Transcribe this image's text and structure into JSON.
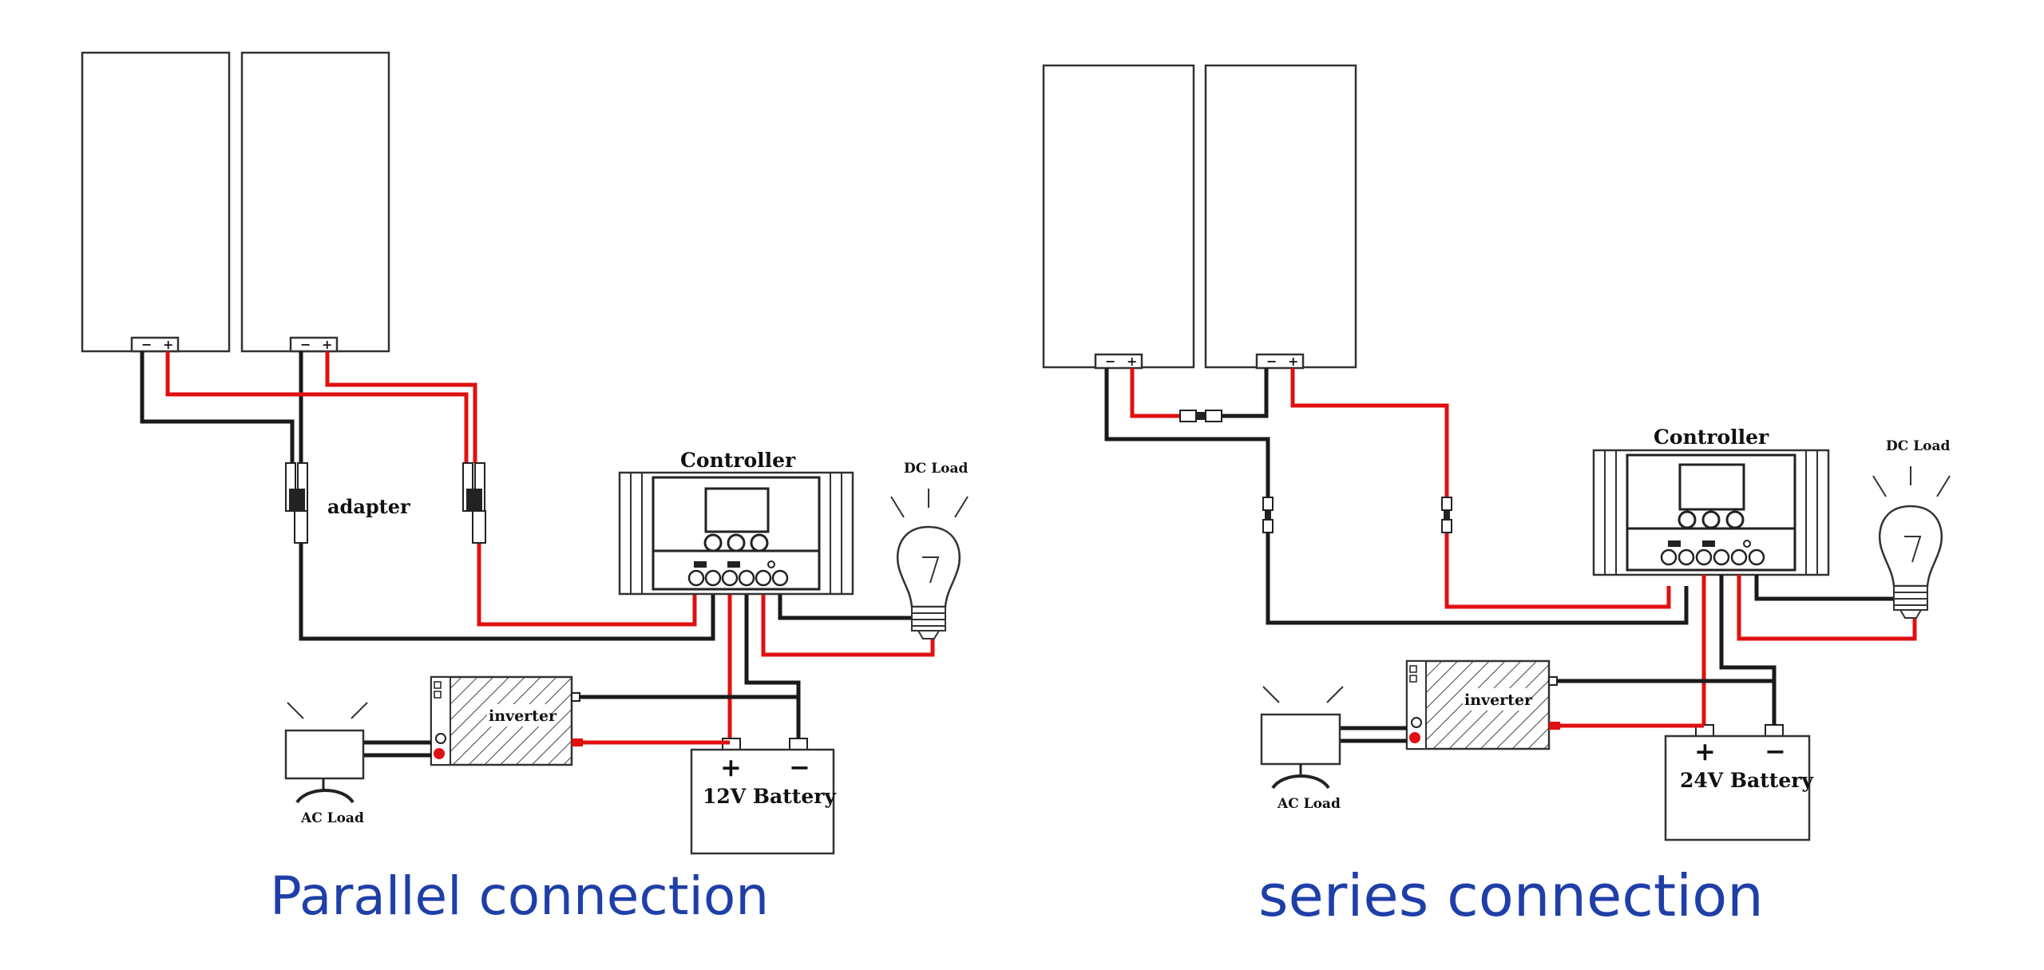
{
  "parallel": {
    "controller_label": "Controller",
    "dc_load_label": "DC Load",
    "adapter_label": "adapter",
    "inverter_label": "inverter",
    "ac_load_label": "AC Load",
    "battery_label": "12V Battery",
    "battery_plus": "+",
    "battery_minus": "−",
    "caption": "Parallel connection"
  },
  "series": {
    "controller_label": "Controller",
    "dc_load_label": "DC Load",
    "inverter_label": "inverter",
    "ac_load_label": "AC Load",
    "battery_label": "24V Battery",
    "battery_plus": "+",
    "battery_minus": "−",
    "caption": "series connection"
  },
  "panel_terminal_minus": "−",
  "panel_terminal_plus": "+",
  "colors": {
    "positive_wire": "#e01010",
    "negative_wire": "#1a1a1a",
    "caption": "#1f3fa8"
  }
}
